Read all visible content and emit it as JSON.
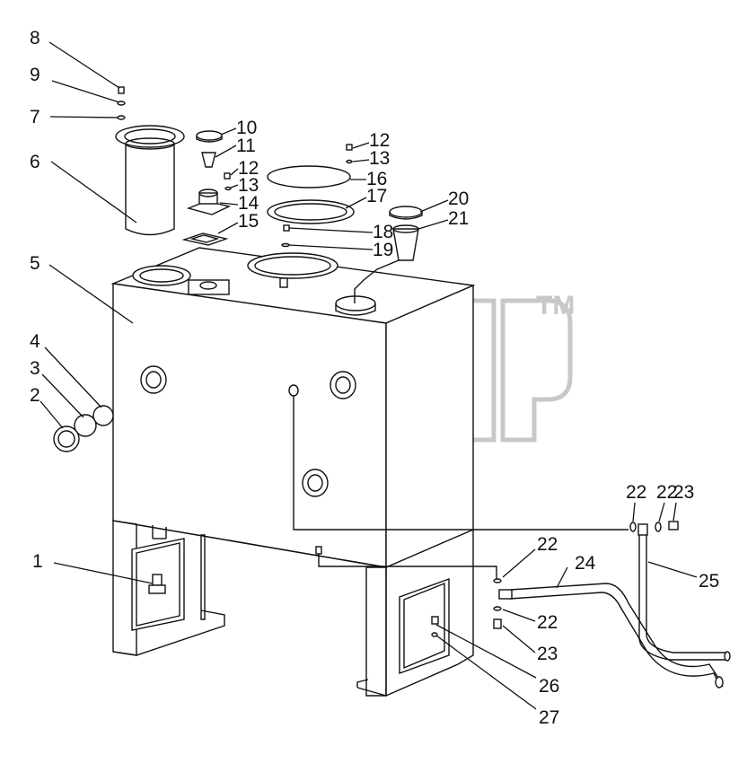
{
  "watermark": {
    "trademark": "TM"
  },
  "callouts": [
    {
      "id": "c8",
      "text": "8"
    },
    {
      "id": "c9",
      "text": "9"
    },
    {
      "id": "c7",
      "text": "7"
    },
    {
      "id": "c6",
      "text": "6"
    },
    {
      "id": "c5",
      "text": "5"
    },
    {
      "id": "c4",
      "text": "4"
    },
    {
      "id": "c3",
      "text": "3"
    },
    {
      "id": "c2",
      "text": "2"
    },
    {
      "id": "c1",
      "text": "1"
    },
    {
      "id": "c10",
      "text": "10"
    },
    {
      "id": "c11",
      "text": "11"
    },
    {
      "id": "c12a",
      "text": "12"
    },
    {
      "id": "c13a",
      "text": "13"
    },
    {
      "id": "c14",
      "text": "14"
    },
    {
      "id": "c15",
      "text": "15"
    },
    {
      "id": "c12b",
      "text": "12"
    },
    {
      "id": "c13b",
      "text": "13"
    },
    {
      "id": "c16",
      "text": "16"
    },
    {
      "id": "c17",
      "text": "17"
    },
    {
      "id": "c18",
      "text": "18"
    },
    {
      "id": "c19",
      "text": "19"
    },
    {
      "id": "c20",
      "text": "20"
    },
    {
      "id": "c21",
      "text": "21"
    },
    {
      "id": "c22a",
      "text": "22"
    },
    {
      "id": "c22b",
      "text": "22"
    },
    {
      "id": "c23a",
      "text": "23"
    },
    {
      "id": "c22c",
      "text": "22"
    },
    {
      "id": "c24",
      "text": "24"
    },
    {
      "id": "c25",
      "text": "25"
    },
    {
      "id": "c22d",
      "text": "22"
    },
    {
      "id": "c23b",
      "text": "23"
    },
    {
      "id": "c26",
      "text": "26"
    },
    {
      "id": "c27",
      "text": "27"
    }
  ]
}
